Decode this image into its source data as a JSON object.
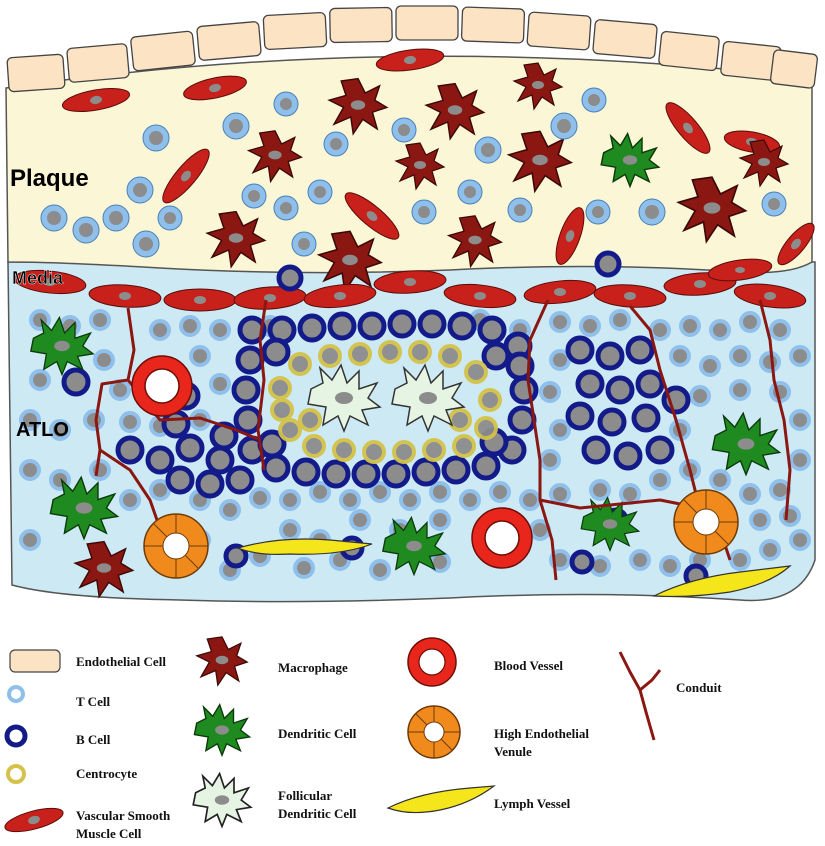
{
  "regions": {
    "plaque": "Plaque",
    "media": "Media",
    "atlo": "ATLO"
  },
  "legend": {
    "endothelial_cell": "Endothelial Cell",
    "t_cell": "T Cell",
    "b_cell": "B Cell",
    "centrocyte": "Centrocyte",
    "vsmc_line1": "Vascular Smooth",
    "vsmc_line2": "Muscle Cell",
    "macrophage": "Macrophage",
    "dendritic_cell": "Dendritic Cell",
    "fdc_line1": "Follicular",
    "fdc_line2": "Dendritic Cell",
    "blood_vessel": "Blood Vessel",
    "hev_line1": "High Endothelial",
    "hev_line2": "Venule",
    "lymph_vessel": "Lymph Vessel",
    "conduit": "Conduit"
  },
  "colors": {
    "plaque_bg": "#fbf6d6",
    "atlo_bg": "#cdeaf4",
    "endothelial": "#fbe3c3",
    "t_cell": "#8fc0ec",
    "b_cell": "#131a8a",
    "centrocyte": "#d4c24a",
    "nucleus": "#8c8c8c",
    "macrophage": "#8b1712",
    "vsmc": "#c8201a",
    "dendritic": "#1f8a1f",
    "fdc": "#e6f4e4",
    "blood_vessel": "#e8261b",
    "hev": "#f08a1c",
    "lymph": "#f5e51b",
    "conduit": "#8b1712"
  }
}
